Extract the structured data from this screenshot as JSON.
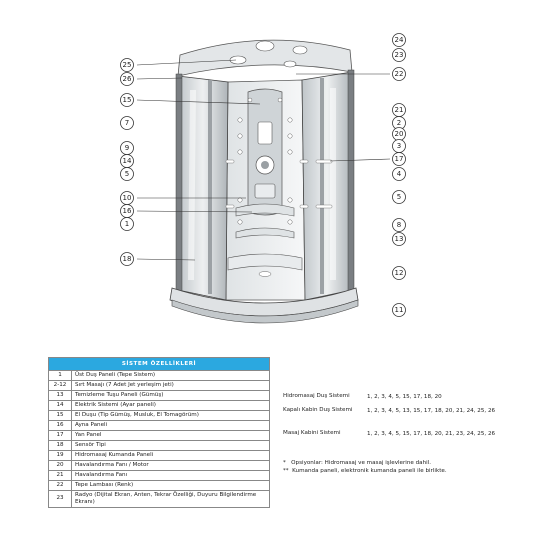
{
  "callouts": {
    "left": [
      "25",
      "26",
      "15",
      "7",
      "9",
      "14",
      "5",
      "10",
      "16",
      "1",
      "18"
    ],
    "right": [
      "24",
      "23",
      "22",
      "21",
      "2",
      "20",
      "3",
      "17",
      "4",
      "5",
      "8",
      "13",
      "12",
      "11"
    ]
  },
  "table": {
    "title": "SİSTEM ÖZELLİKLERİ",
    "rows": [
      {
        "n": "1",
        "label": "Üst Duş Paneli (Tepe Sistem)"
      },
      {
        "n": "2-12",
        "label": "Sırt Masajı (7 Adet Jet yerleşim jeti)"
      },
      {
        "n": "13",
        "label": "Temizleme Tuşu Paneli (Gümüş)"
      },
      {
        "n": "14",
        "label": "Elektrik Sistemi (Ayar paneli)"
      },
      {
        "n": "15",
        "label": "El Duşu (Tip Gümüş, Musluk, El Tomagörüm)"
      },
      {
        "n": "16",
        "label": "Ayna Paneli"
      },
      {
        "n": "17",
        "label": "Yan Panel"
      },
      {
        "n": "18",
        "label": "Sensör Tipi"
      },
      {
        "n": "19",
        "label": "Hidromasaj Kumanda Paneli"
      },
      {
        "n": "20",
        "label": "Havalandırma Fanı / Motor"
      },
      {
        "n": "21",
        "label": "Havalandırma Fanı"
      },
      {
        "n": "22",
        "label": "Tepe Lambası (Renk)"
      },
      {
        "n": "23",
        "label": "Radyo (Dijital Ekran, Anten, Tekrar Özelliği, Duyuru Bilgilendirme Ekranı)"
      }
    ]
  },
  "systems": [
    {
      "label": "Hidromasaj Duş Sistemi",
      "value": "1, 2, 3, 4, 5, 15, 17, 18, 20"
    },
    {
      "label": "Kapalı Kabin Duş Sistemi",
      "value": "1, 2, 3, 4, 5, 13, 15, 17, 18, 20, 21, 24, 25, 26"
    },
    {
      "label": "Masaj Kabini Sistemi",
      "value": "1, 2, 3, 4, 5, 15, 17, 18, 20, 21, 23, 24, 25, 26"
    }
  ],
  "notes": [
    "Opsiyonlar: Hidromasaj ve masaj işlevlerine dahil.",
    "Kumanda paneli, elektronik kumanda paneli ile birlikte."
  ],
  "colors": {
    "accent": "#2ba8e0",
    "glass": "#d8dde0",
    "frame": "#6d6d6d"
  }
}
